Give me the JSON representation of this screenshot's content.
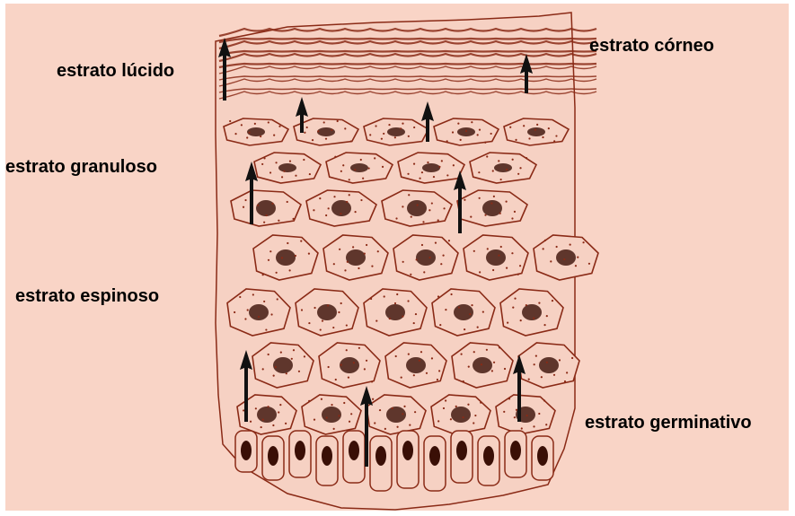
{
  "colors": {
    "background": "#f9d4c6",
    "frame": "#ffffff",
    "tissue_fill": "#f6d1c3",
    "cell_outline": "#8a2a16",
    "nucleus": "#3a0f06",
    "arrow": "#111111",
    "label_text": "#000000"
  },
  "labels": {
    "corneo": "estrato córneo",
    "lucido": "estrato lúcido",
    "granuloso": "estrato granuloso",
    "espinoso": "estrato espinoso",
    "germinativo": "estrato germinativo"
  }
}
